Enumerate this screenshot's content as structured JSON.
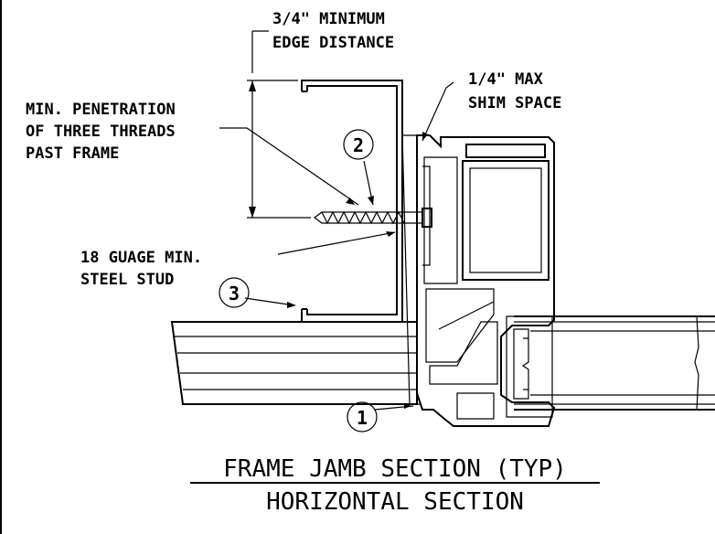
{
  "drawing": {
    "title": "FRAME JAMB SECTION (TYP)",
    "subtitle": "HORIZONTAL SECTION",
    "notes": {
      "edge_distance_1": "3/4\" MINIMUM",
      "edge_distance_2": "EDGE DISTANCE",
      "shim_1": "1/4\" MAX",
      "shim_2": "SHIM SPACE",
      "penetration_1": "MIN. PENETRATION",
      "penetration_2": "OF THREE THREADS",
      "penetration_3": "PAST FRAME",
      "stud_1": "18 GUAGE MIN.",
      "stud_2": "STEEL STUD"
    },
    "callouts": [
      "1",
      "2",
      "3"
    ]
  }
}
